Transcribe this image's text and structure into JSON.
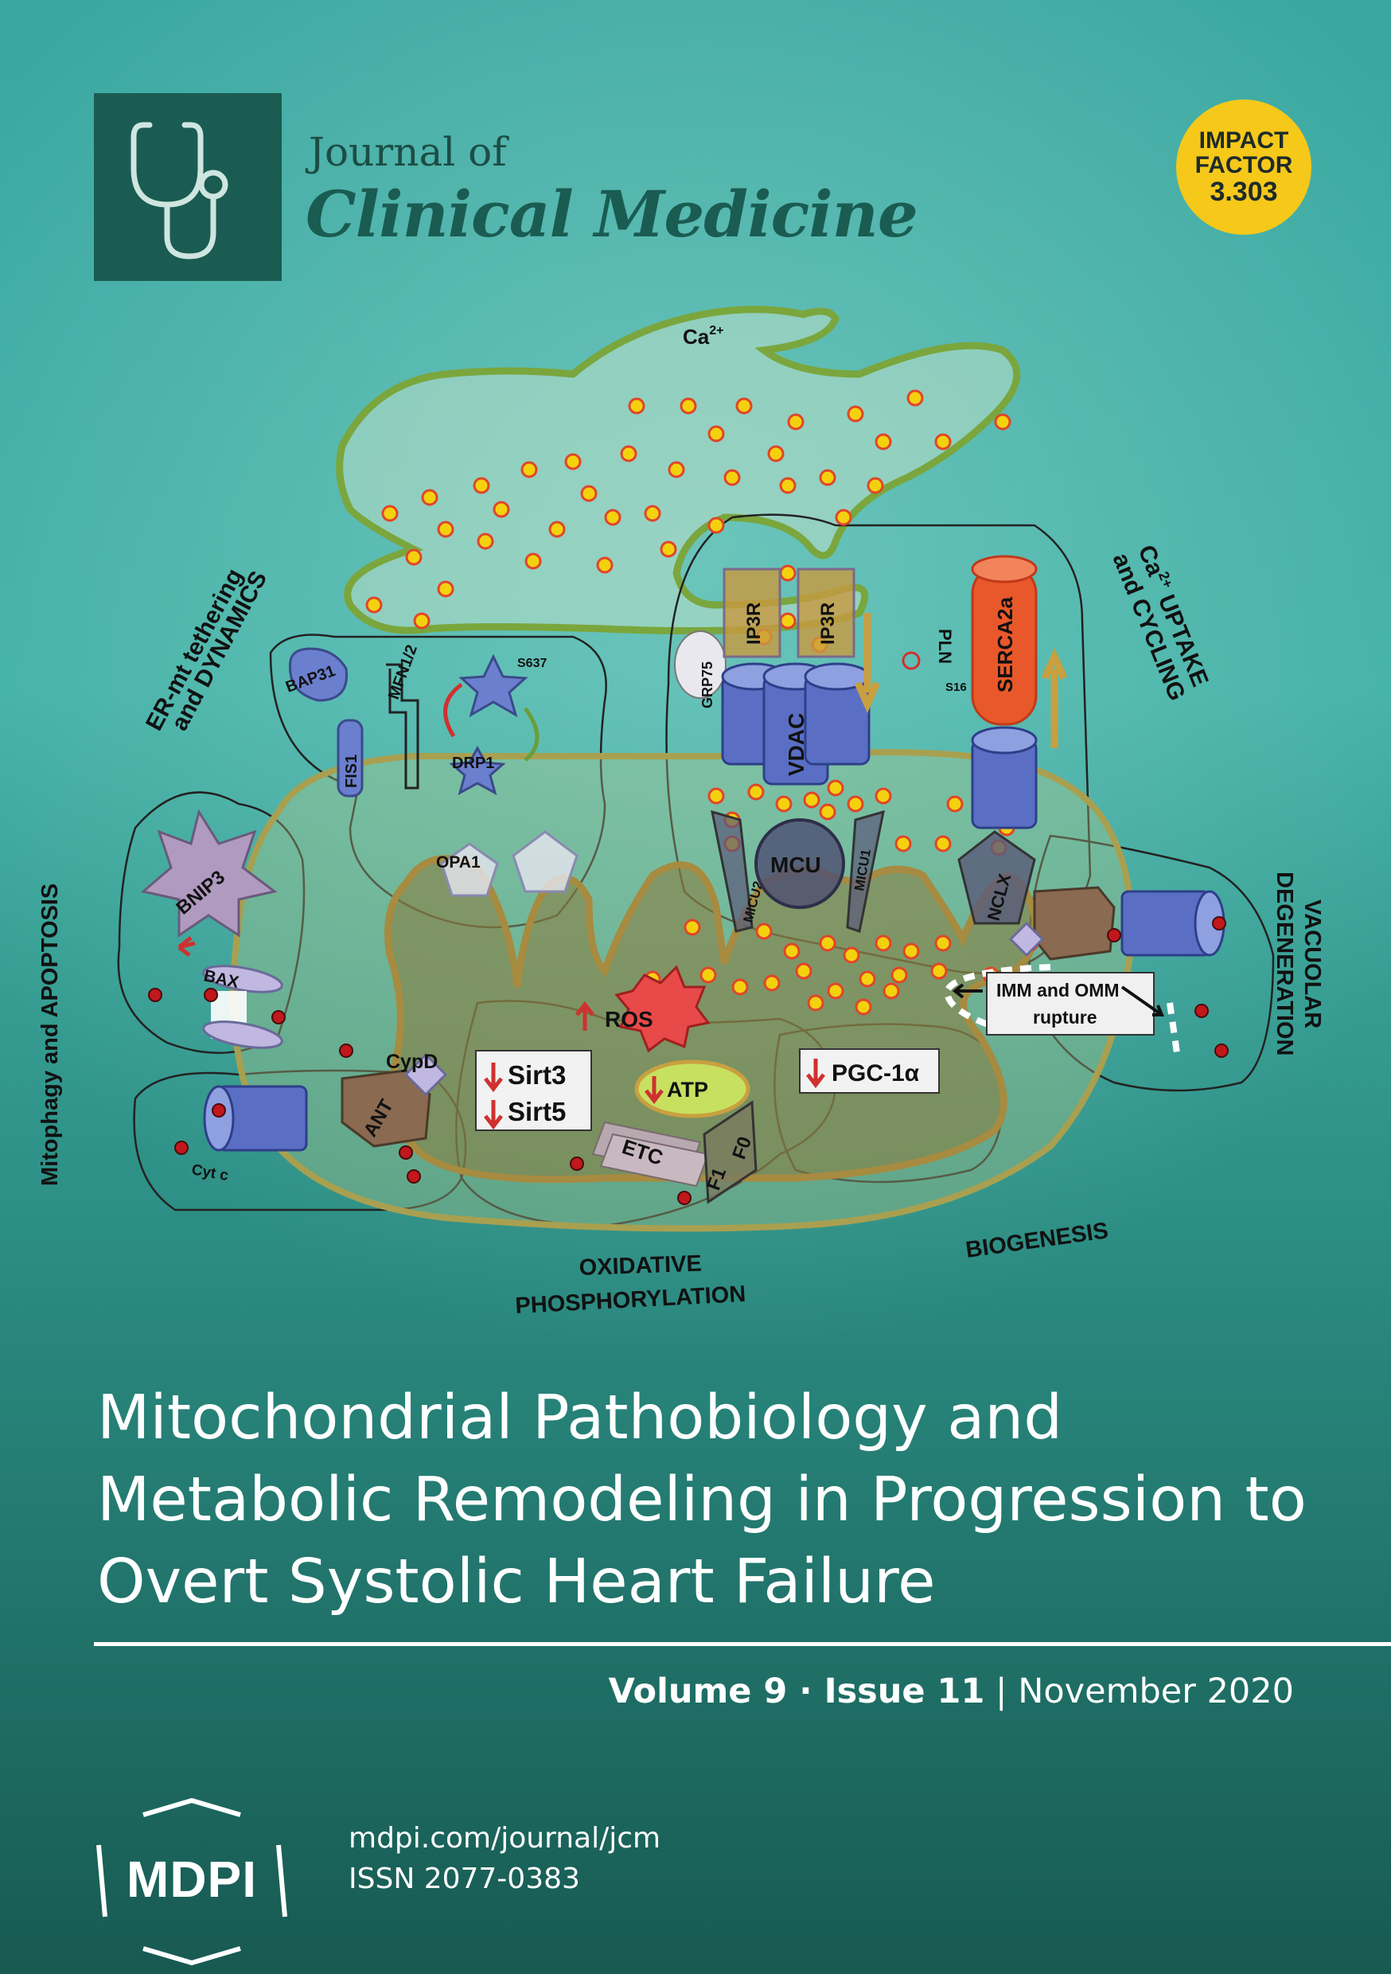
{
  "journal": {
    "name_prefix": "Journal of",
    "name": "Clinical Medicine",
    "logo": "stethoscope-icon"
  },
  "impact_factor": {
    "line1": "IMPACT",
    "line2": "FACTOR",
    "value": "3.303"
  },
  "figure": {
    "ca_label": "Ca",
    "ca_sup": "2+",
    "sections": {
      "er_mt_line1": "ER-mt tethering",
      "er_mt_line2": "and DYNAMICS",
      "ca_uptake_line1": "Ca",
      "ca_uptake_sup": "2+",
      "ca_uptake_line1_rest": " UPTAKE",
      "ca_uptake_line2": "and CYCLING",
      "mitophagy": "Mitophagy and APOPTOSIS",
      "vacuolar_line1": "VACUOLAR",
      "vacuolar_line2": "DEGENERATION",
      "oxphos_line1": "OXIDATIVE",
      "oxphos_line2": "PHOSPHORYLATION",
      "biogenesis": "BIOGENESIS"
    },
    "labels": {
      "bap31": "BAP31",
      "fis1": "FIS1",
      "mfn": "MFN1/2",
      "s637": "S637",
      "drp1": "DRP1",
      "opa1": "OPA1",
      "grp75": "GRP75",
      "ip3r_1": "IP3R",
      "ip3r_2": "IP3R",
      "vdac": "VDAC",
      "pln": "PLN",
      "s16": "S16",
      "serca2a": "SERCA2a",
      "mcu": "MCU",
      "micu2": "MICU2",
      "micu1": "MICU1",
      "nclx": "NCLX",
      "bnip3": "BNIP3",
      "bax": "BAX",
      "cypd": "CypD",
      "ant": "ANT",
      "cytc": "Cyt c",
      "ros": "ROS",
      "sirt3": "Sirt3",
      "sirt5": "Sirt5",
      "atp": "ATP",
      "pgc": "PGC-1α",
      "etc": "ETC",
      "f1": "F1",
      "f0": "F0",
      "rupture_line1": "IMM and OMM",
      "rupture_line2": "rupture"
    }
  },
  "article_title": {
    "line1": "Mitochondrial Pathobiology and",
    "line2": "Metabolic Remodeling in Progression to",
    "line3": "Overt Systolic Heart Failure"
  },
  "issue": {
    "volume": "Volume 9",
    "separator": " · ",
    "issue": "Issue 11",
    "pipe": " | ",
    "date": "November 2020"
  },
  "publisher": {
    "logo_text": "MDPI",
    "url": "mdpi.com/journal/jcm",
    "issn": "ISSN 2077-0383"
  },
  "colors": {
    "background_top": "#3aa7a0",
    "background_bottom": "#175a52",
    "impact_badge": "#f6c81a",
    "er_green": "#7aa63d",
    "mito_fill": "#8a7a3a",
    "ca_dot": "#f4d10f",
    "protein_blue": "#5a6fc4"
  }
}
